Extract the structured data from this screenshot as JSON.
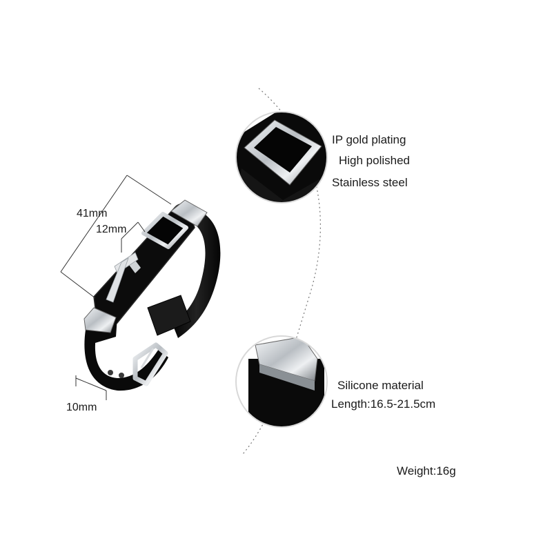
{
  "dimensions": {
    "width_label": "41mm",
    "plate_label": "12mm",
    "band_label": "10mm"
  },
  "features": {
    "plate_finish": [
      "IP gold plating",
      "High polished",
      "Stainless steel"
    ],
    "band": [
      "Silicone material",
      "Length:16.5-21.5cm"
    ],
    "weight": "Weight:16g"
  },
  "colors": {
    "band": "#0d0d0d",
    "steel": "#c9cdd1",
    "steel_dark": "#7d8287",
    "line": "#555555"
  },
  "icons": [
    "cross-icon",
    "buckle-icon"
  ]
}
